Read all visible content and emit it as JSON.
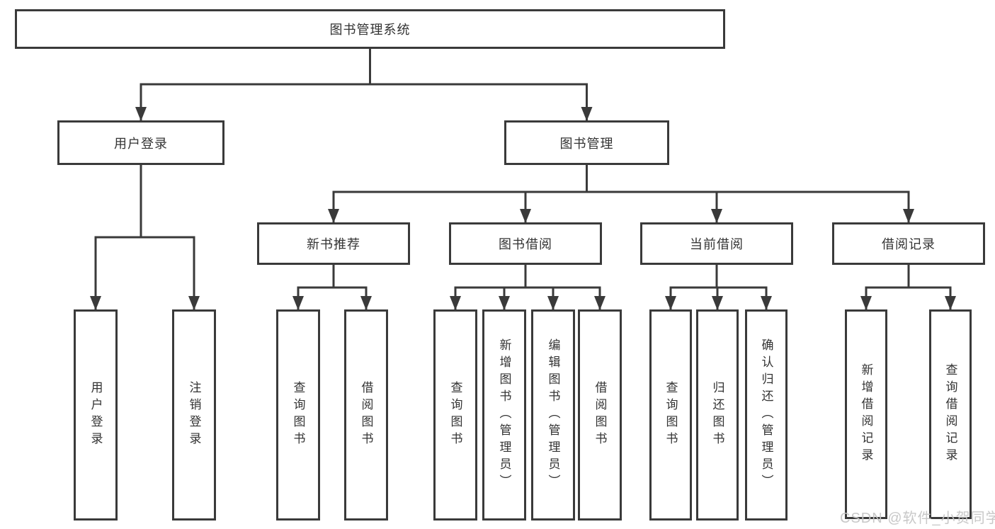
{
  "diagram_title": "图书管理系统",
  "tree": {
    "root": {
      "label": "图书管理系统"
    },
    "branches": [
      {
        "label": "用户登录",
        "children": [
          {
            "label": "用户登录"
          },
          {
            "label": "注销登录"
          }
        ]
      },
      {
        "label": "图书管理",
        "children": [
          {
            "label": "新书推荐",
            "children": [
              {
                "label": "查询图书"
              },
              {
                "label": "借阅图书"
              }
            ]
          },
          {
            "label": "图书借阅",
            "children": [
              {
                "label": "查询图书"
              },
              {
                "label": "新增图书（管理员）"
              },
              {
                "label": "编辑图书（管理员）"
              },
              {
                "label": "借阅图书"
              }
            ]
          },
          {
            "label": "当前借阅",
            "children": [
              {
                "label": "查询图书"
              },
              {
                "label": "归还图书"
              },
              {
                "label": "确认归还（管理员）"
              }
            ]
          },
          {
            "label": "借阅记录",
            "children": [
              {
                "label": "新增借阅记录"
              },
              {
                "label": "查询借阅记录"
              }
            ]
          }
        ]
      }
    ]
  },
  "watermark": "CSDN @软件_小贺同学",
  "colors": {
    "line": "#3a3a3a",
    "text": "#333333",
    "background": "#ffffff",
    "watermark": "#c5c5c5"
  }
}
